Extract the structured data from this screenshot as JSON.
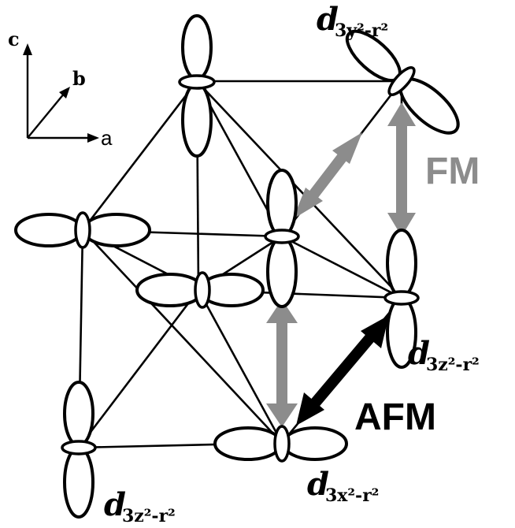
{
  "axes": {
    "c": "c",
    "b": "b",
    "a": "a"
  },
  "labels": {
    "top_right": {
      "d": "d",
      "sub": "3y²-r²"
    },
    "right_middle": {
      "d": "d",
      "sub": "3z²-r²"
    },
    "bottom_center": {
      "d": "d",
      "sub": "3x²-r²"
    },
    "bottom_left": {
      "d": "d",
      "sub": "3z²-r²"
    }
  },
  "couplings": {
    "fm": "FM",
    "afm": "AFM"
  },
  "colors": {
    "fm_arrow": "#8c8c8c",
    "afm_arrow": "#000000",
    "outline": "#000000"
  },
  "orbitals": [
    {
      "name": "d3z2-r2",
      "label": "back-top-left"
    },
    {
      "name": "d3y2-r2",
      "label": "back-top-right"
    },
    {
      "name": "d3z2-r2",
      "label": "center-top"
    },
    {
      "name": "d3x2-r2",
      "label": "left-middle"
    },
    {
      "name": "d3x2-r2",
      "label": "center-middle"
    },
    {
      "name": "d3z2-r2",
      "label": "right-middle"
    },
    {
      "name": "d3z2-r2",
      "label": "bottom-left"
    },
    {
      "name": "d3x2-r2",
      "label": "bottom-center"
    }
  ]
}
